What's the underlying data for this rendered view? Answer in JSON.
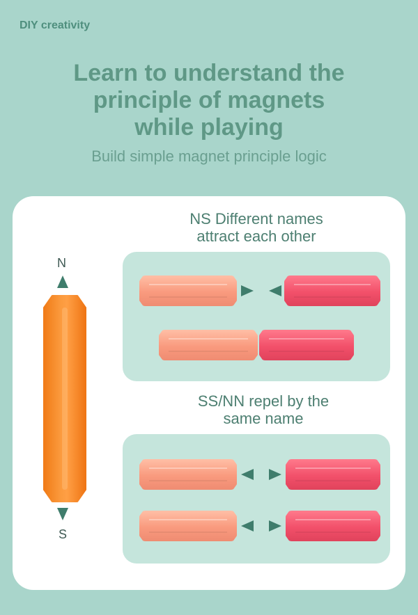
{
  "header": {
    "tag": "DIY creativity",
    "title_lines": [
      "Learn to understand the",
      "principle of magnets",
      "while playing"
    ],
    "subtitle": "Build simple magnet principle logic"
  },
  "magnet": {
    "north_label": "N",
    "south_label": "S",
    "color": "#f5861f"
  },
  "sections": {
    "attract": {
      "title_lines": [
        "NS Different names",
        "attract each other"
      ],
      "color_left": "#f9a58a",
      "color_right": "#f2546c"
    },
    "repel": {
      "title_lines": [
        "SS/NN repel by the",
        "same name"
      ],
      "color_left": "#f9a58a",
      "color_right": "#f2546c"
    }
  },
  "colors": {
    "background": "#a9d5cb",
    "card": "#ffffff",
    "panel": "#c5e5dc",
    "accent_text": "#5f9886",
    "arrow": "#3f7d6c"
  }
}
